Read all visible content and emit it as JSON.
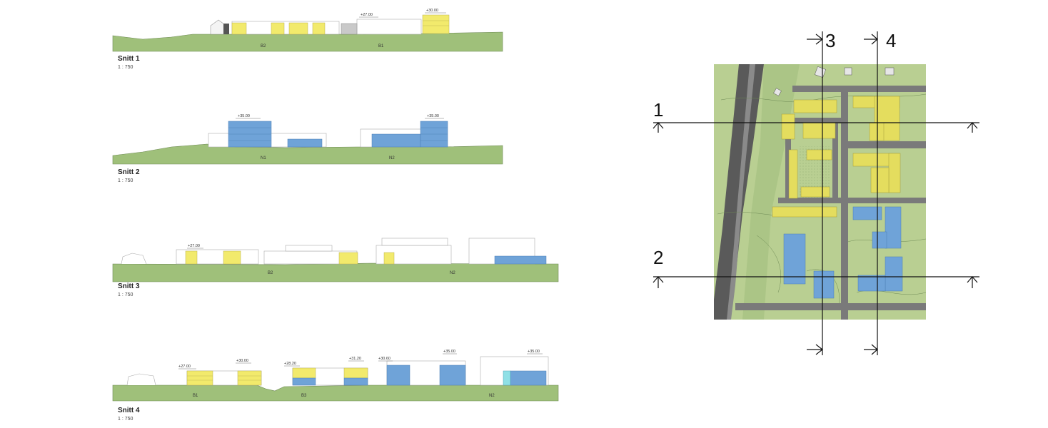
{
  "sections": [
    {
      "name": "Snitt 1",
      "scale": "1 : 750",
      "ground_labels": [
        "B2",
        "B1"
      ],
      "heights": [
        "+27.00",
        "+30.00"
      ]
    },
    {
      "name": "Snitt 2",
      "scale": "1 : 750",
      "ground_labels": [
        "N1",
        "N2"
      ],
      "heights": [
        "+35.00",
        "+35.00"
      ]
    },
    {
      "name": "Snitt 3",
      "scale": "1 : 750",
      "ground_labels": [
        "B2",
        "N2"
      ],
      "heights": [
        "+27.00"
      ]
    },
    {
      "name": "Snitt 4",
      "scale": "1 : 750",
      "ground_labels": [
        "B1",
        "B3",
        "N2"
      ],
      "heights": [
        "+27.00",
        "+30.00",
        "+28.20",
        "+31.20",
        "+30.60",
        "+35.00",
        "+35.00"
      ]
    }
  ],
  "site_plan": {
    "cut_lines": [
      "1",
      "2",
      "3",
      "4"
    ]
  },
  "colors": {
    "ground": "#9fc07a",
    "yellow_building": "#f2ea6c",
    "blue_building": "#6fa3d8",
    "outline": "#888888",
    "map_base": "#b9cf92"
  }
}
